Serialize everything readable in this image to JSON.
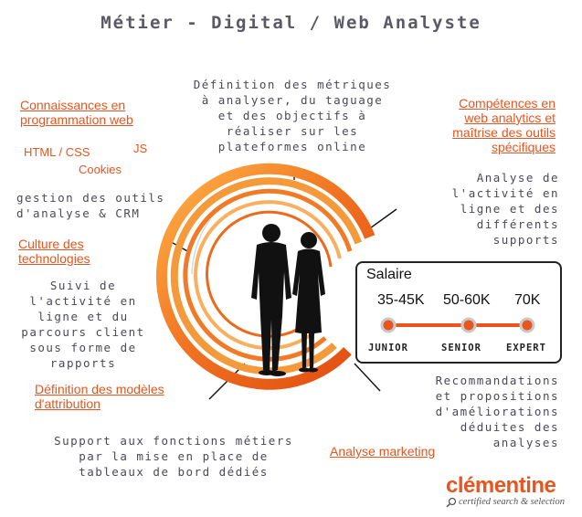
{
  "title": "Métier - Digital / Web Analyste",
  "top_center": "Définition des métriques\nà analyser, du taguage\net des objectifs à\nréaliser sur les\nplateformes online",
  "left": {
    "programmation": "Connaissances en\nprogrammation web",
    "html_css": "HTML / CSS",
    "js": "JS",
    "cookies": "Cookies",
    "gestion": "gestion des outils\nd'analyse & CRM",
    "culture": "Culture des\ntechnologies",
    "suivi": "Suivi de\nl'activité en\nligne et du\nparcours client\nsous forme de\nrapports",
    "attribution": "Définition des modèles\nd'attribution"
  },
  "right": {
    "competences": "Compétences en\nweb analytics et\nmaîtrise des outils\nspécifiques",
    "analyse_activite": "Analyse de\nl'activité en\nligne et des\ndifférents\nsupports",
    "recommandations": "Recommandations\net propositions\nd'améliorations\ndéduites des\nanalyses",
    "marketing": "Analyse marketing"
  },
  "bottom_center": "Support aux fonctions métiers\npar la mise en place de\ntableaux de bord dédiés",
  "salary": {
    "title": "Salaire",
    "levels": [
      {
        "amount": "35-45K",
        "label": "JUNIOR"
      },
      {
        "amount": "50-60K",
        "label": "SENIOR"
      },
      {
        "amount": "70K",
        "label": "EXPERT"
      }
    ]
  },
  "logo": {
    "name": "clémentine",
    "tagline": "certified search & selection"
  },
  "colors": {
    "accent": "#e8551e",
    "text_grey": "#4a4a55",
    "figure": "#111111"
  },
  "icons": [
    "silhouette-man",
    "silhouette-woman",
    "magnifier-icon"
  ]
}
